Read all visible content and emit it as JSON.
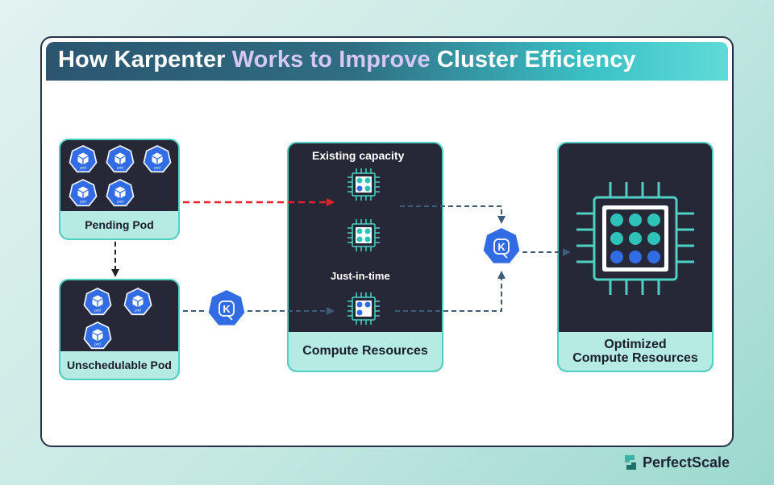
{
  "title": {
    "prefix": "How Karpenter ",
    "highlight": "Works to Improve",
    "suffix": " Cluster Efficiency"
  },
  "pending_pod": {
    "label": "Pending Pod",
    "pod_icon_text": "pod"
  },
  "unschedulable_pod": {
    "label": "Unschedulable Pod"
  },
  "compute": {
    "existing_label": "Existing capacity",
    "jit_label": "Just-in-time",
    "label": "Compute Resources"
  },
  "optimized": {
    "label_line1": "Optimized",
    "label_line2": "Compute Resources"
  },
  "karpenter_icon_text": "K",
  "brand": {
    "name": "PerfectScale"
  },
  "colors": {
    "accent_teal": "#4fd0c4",
    "box_dark": "#262837",
    "k8s_blue": "#326ce5",
    "arrow_red": "#e8202a",
    "arrow_slate": "#3f5d78"
  }
}
